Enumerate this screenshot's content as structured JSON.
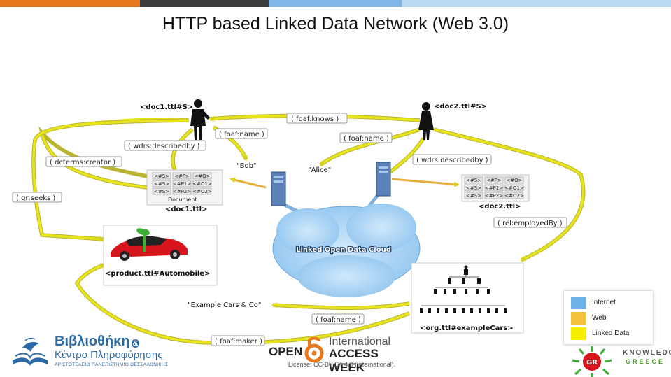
{
  "title": "HTTP based Linked Data Network (Web 3.0)",
  "top_bar_colors": [
    "#e8781e",
    "#3c3c3c",
    "#7fb8e6",
    "#b9d9f2"
  ],
  "nodes": {
    "doc1_subject": "<doc1.ttl#S>",
    "doc2_subject": "<doc2.ttl#S>",
    "bob": "\"Bob\"",
    "alice": "\"Alice\"",
    "doc1": "<doc1.ttl>",
    "doc2": "<doc2.ttl>",
    "document_caption": "Document",
    "product": "<product.ttl#Automobile>",
    "example_cars_literal": "\"Example Cars & Co\"",
    "org": "<org.ttl#exampleCars>",
    "cloud": "Linked Open Data Cloud"
  },
  "edges": {
    "foaf_knows": "( foaf:knows )",
    "foaf_name_bob": "( foaf:name )",
    "foaf_name_alice": "( foaf:name )",
    "wdrs_describedby_1": "( wdrs:describedby )",
    "wdrs_describedby_2": "( wdrs:describedby )",
    "dcterms_creator": "( dcterms:creator )",
    "gr_seeks": "( gr:seeks )",
    "rel_employedby": "( rel:employedBy )",
    "foaf_name_org": "( foaf:name )",
    "foaf_maker": "( foaf:maker )"
  },
  "doc_table_1": [
    [
      "<#S>",
      "<#P>",
      "<#O>"
    ],
    [
      "<#S>",
      "<#P1>",
      "<#O1>"
    ],
    [
      "<#S>",
      "<#P2>",
      "<#O2>"
    ]
  ],
  "doc_table_2": [
    [
      "<#S>",
      "<#P>",
      "<#O>"
    ],
    [
      "<#S>",
      "<#P1>",
      "<#O1>"
    ],
    [
      "<#S>",
      "<#P2>",
      "<#O2>"
    ]
  ],
  "legend": [
    {
      "label": "Internet",
      "color": "#6db3e8"
    },
    {
      "label": "Web",
      "color": "#f2c23a"
    },
    {
      "label": "Linked Data",
      "color": "#f5f000"
    }
  ],
  "footer": {
    "library_line1": "Βιβλιοθήκη",
    "library_amp": "&",
    "library_line2": "Κέντρο Πληροφόρησης",
    "library_line3": "ΑΡΙΣΤΟΤΕΛΕΙΟ ΠΑΝΕΠΙΣΤΗΜΙΟ ΘΕΣΣΑΛΟΝΙΚΗΣ",
    "oa_open": "OPEN",
    "oa_international": "International",
    "oa_access_week": "ACCESS WEEK",
    "license": "License: CC-BY-SA 4.0 (International).",
    "ok_gr": "GR",
    "ok_knowledge": "KNOWLEDGE",
    "ok_greece": "GREECE"
  }
}
